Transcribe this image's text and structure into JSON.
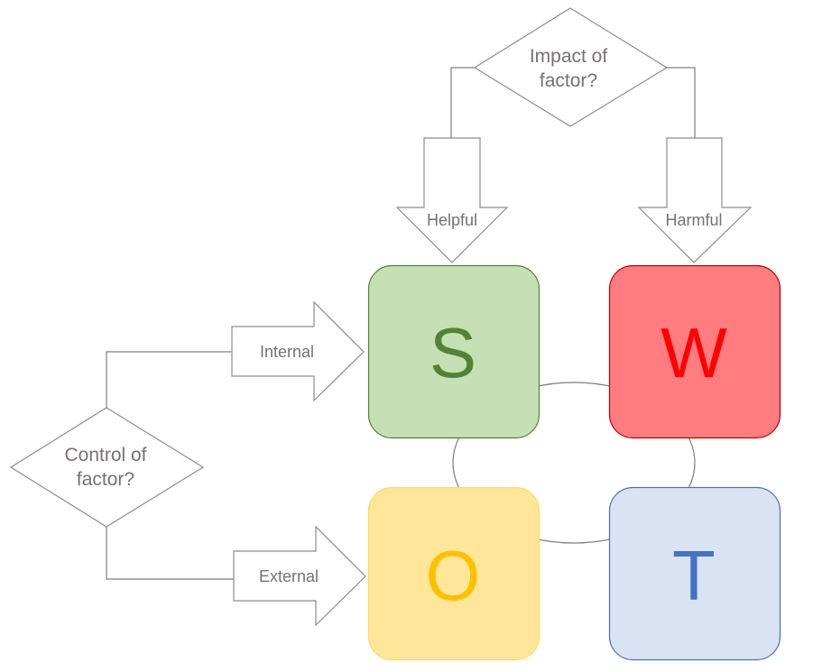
{
  "diagram": {
    "impact_decision": {
      "line1": "Impact of",
      "line2": "factor?"
    },
    "control_decision": {
      "line1": "Control of",
      "line2": "factor?"
    },
    "arrows": {
      "helpful": "Helpful",
      "harmful": "Harmful",
      "internal": "Internal",
      "external": "External"
    },
    "quadrants": {
      "strengths": {
        "letter": "S",
        "fill": "#c5e0b4",
        "border": "#538135",
        "text": "#538135"
      },
      "weaknesses": {
        "letter": "W",
        "fill": "#ff7c80",
        "border": "#c00000",
        "text": "#ff0000"
      },
      "opportunities": {
        "letter": "O",
        "fill": "#ffe699",
        "border": "#ffd966",
        "text": "#ffc000"
      },
      "threats": {
        "letter": "T",
        "fill": "#dae3f3",
        "border": "#4472c4",
        "text": "#4472c4"
      }
    }
  }
}
